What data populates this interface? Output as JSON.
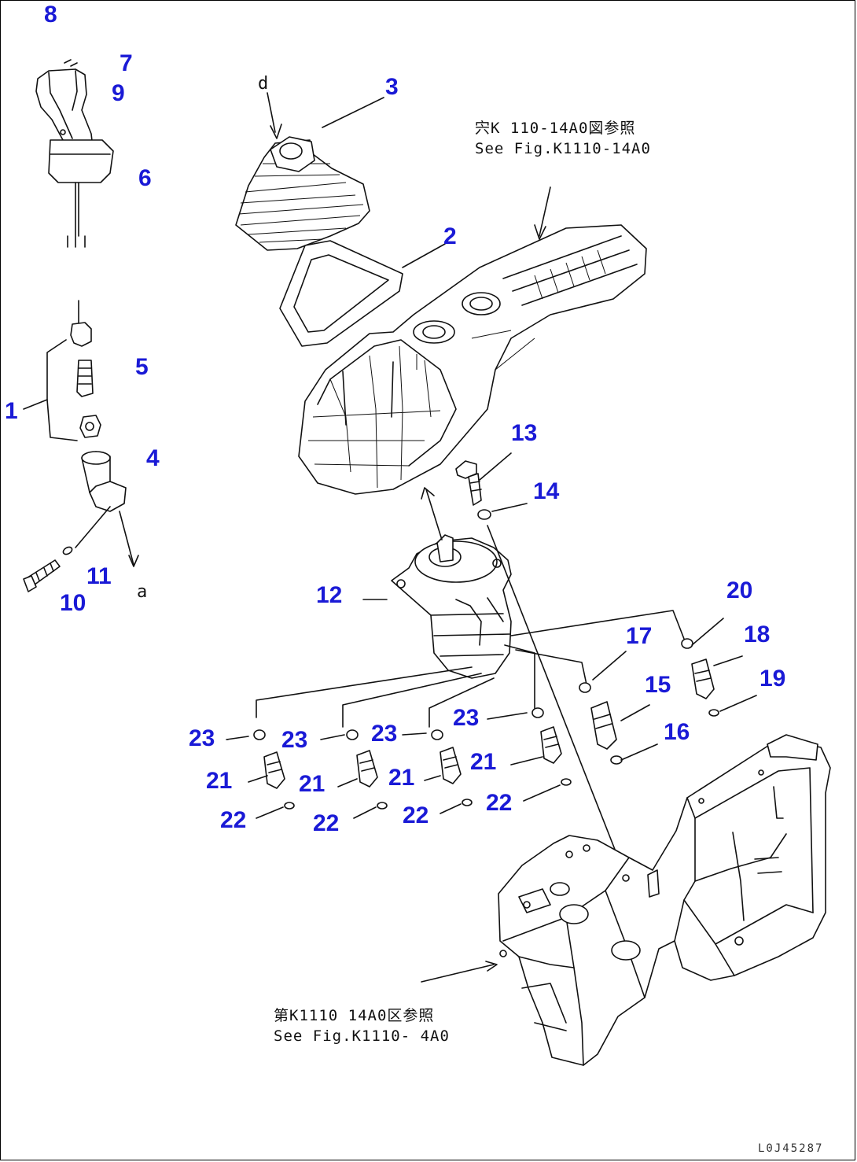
{
  "diagram": {
    "callouts": {
      "p1": "1",
      "p2": "2",
      "p3": "3",
      "p4": "4",
      "p5": "5",
      "p6": "6",
      "p7": "7",
      "p8": "8",
      "p9": "9",
      "p10": "10",
      "p11": "11",
      "p12": "12",
      "p13": "13",
      "p14": "14",
      "p15": "15",
      "p16": "16",
      "p17": "17",
      "p18": "18",
      "p19": "19",
      "p20": "20",
      "p21": "21",
      "p22": "22",
      "p23": "23"
    },
    "letters": {
      "a": "a",
      "d": "d"
    },
    "references": {
      "top_jp": "宍K 110-14A0図参照",
      "top_en": "See Fig.K1110-14A0",
      "bottom_jp": "第K1110 14A0区参照",
      "bottom_en": "See Fig.K1110- 4A0"
    },
    "figure_code": "L0J45287",
    "colors": {
      "callout": "#1a1ad6",
      "line": "#111111"
    }
  }
}
